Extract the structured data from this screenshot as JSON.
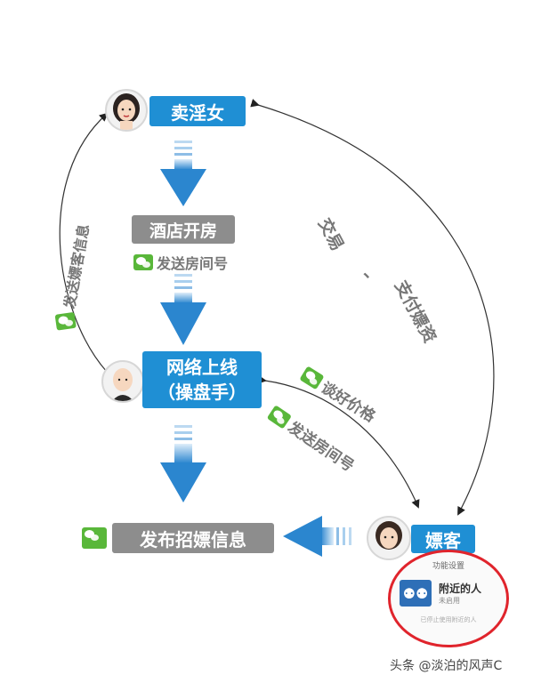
{
  "nodes": {
    "seller": "卖淫女",
    "hotel": "酒店开房",
    "send_room_1": "发送房间号",
    "online_line1": "网络上线",
    "online_line2": "（操盘手）",
    "publish": "发布招嫖信息",
    "client": "嫖客"
  },
  "edges": {
    "send_client_info": "发送嫖客信息",
    "trade": "交易",
    "dot": "、",
    "pay": "支付嫖资",
    "price": "谈好价格",
    "send_room_2": "发送房间号"
  },
  "phone": {
    "header": "功能设置",
    "title": "附近的人",
    "sub": "未启用",
    "footer": "已停止使用附近的人"
  },
  "watermark": "头条 @淡泊的风声C",
  "colors": {
    "accent_blue": "#1f8fd4",
    "gray_box": "#8d8d8d",
    "wechat_green": "#59b73a",
    "phone_ring": "#e0242c"
  }
}
